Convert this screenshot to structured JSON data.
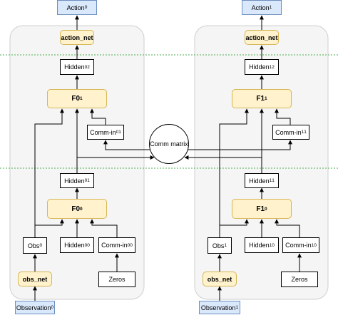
{
  "agents": [
    {
      "action": {
        "base": "Action",
        "sub": "0"
      },
      "action_net": "action_net",
      "hidden_top": {
        "base": "Hidden",
        "sub": "0",
        "sup": "2"
      },
      "f_top": {
        "base": "F0",
        "sup": "1"
      },
      "comm_in_top": {
        "base": "Comm-in",
        "sub": "0",
        "sup": "1"
      },
      "hidden_mid": {
        "base": "Hidden",
        "sub": "0",
        "sup": "1"
      },
      "f_bottom": {
        "base": "F0",
        "sup": "0"
      },
      "obs": {
        "base": "Obs",
        "sub": "0"
      },
      "hidden_low": {
        "base": "Hidden",
        "sub": "0",
        "sup": "0"
      },
      "comm_in_low": {
        "base": "Comm-in",
        "sub": "0",
        "sup": "0"
      },
      "obs_net": "obs_net",
      "zeros": "Zeros",
      "observation": {
        "base": "Observation",
        "sub": "0"
      }
    },
    {
      "action": {
        "base": "Action",
        "sub": "1"
      },
      "action_net": "action_net",
      "hidden_top": {
        "base": "Hidden",
        "sub": "1",
        "sup": "2"
      },
      "f_top": {
        "base": "F1",
        "sup": "1"
      },
      "comm_in_top": {
        "base": "Comm-in",
        "sub": "1",
        "sup": "1"
      },
      "hidden_mid": {
        "base": "Hidden",
        "sub": "1",
        "sup": "1"
      },
      "f_bottom": {
        "base": "F1",
        "sup": "0"
      },
      "obs": {
        "base": "Obs",
        "sub": "1"
      },
      "hidden_low": {
        "base": "Hidden",
        "sub": "1",
        "sup": "0"
      },
      "comm_in_low": {
        "base": "Comm-in",
        "sub": "1",
        "sup": "0"
      },
      "obs_net": "obs_net",
      "zeros": "Zeros",
      "observation": {
        "base": "Observation",
        "sub": "1"
      }
    }
  ],
  "comm_matrix": "Comm matrix",
  "colors": {
    "panel": "#f5f5f5",
    "panel_border": "#cfcfcf",
    "yellow_fill": "#fff2cc",
    "yellow_border": "#d6b656",
    "blue_fill": "#dae8fc",
    "blue_border": "#6c8ebf",
    "divider": "#4caf50"
  }
}
